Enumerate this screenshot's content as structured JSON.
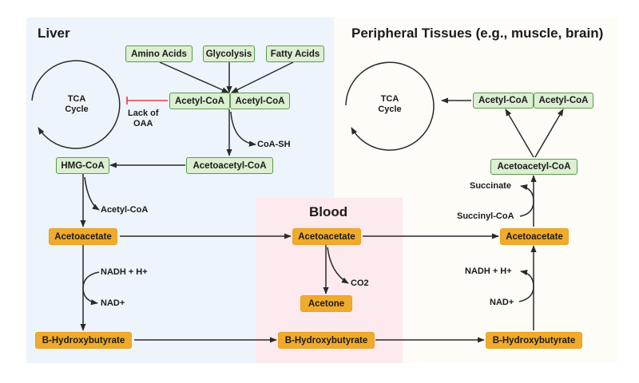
{
  "panels": {
    "liver": {
      "title": "Liver",
      "color": "#eef4fb"
    },
    "peripheral": {
      "title": "Peripheral Tissues (e.g., muscle, brain)",
      "color": "#fdfcf6"
    },
    "blood": {
      "title": "Blood",
      "color": "#fdeaee"
    }
  },
  "liver": {
    "sources": [
      "Amino Acids",
      "Glycolysis",
      "Fatty Acids"
    ],
    "acetyl_coa_1": "Acetyl-CoA",
    "acetyl_coa_2": "Acetyl-CoA",
    "tca_line1": "TCA",
    "tca_line2": "Cycle",
    "inhibition_label_1": "Lack of",
    "inhibition_label_2": "OAA",
    "coa_sh": "CoA-SH",
    "acetoacetyl_coa": "Acetoacetyl-CoA",
    "hmg_coa": "HMG-CoA",
    "acetyl_coa_released": "Acetyl-CoA",
    "acetoacetate": "Acetoacetate",
    "nadh": "NADH + H+",
    "nad": "NAD+",
    "bhb": "B-Hydroxybutyrate"
  },
  "blood": {
    "acetoacetate": "Acetoacetate",
    "co2": "CO2",
    "acetone": "Acetone",
    "bhb": "B-Hydroxybutyrate"
  },
  "peripheral": {
    "tca_line1": "TCA",
    "tca_line2": "Cycle",
    "acetyl_coa_1": "Acetyl-CoA",
    "acetyl_coa_2": "Acetyl-CoA",
    "acetoacetyl_coa": "Acetoacetyl-CoA",
    "succinate": "Succinate",
    "succinyl_coa": "Succinyl-CoA",
    "acetoacetate": "Acetoacetate",
    "nadh": "NADH + H+",
    "nad": "NAD+",
    "bhb": "B-Hydroxybutyrate"
  },
  "colors": {
    "green_fill": "#dcefd3",
    "green_border": "#5a9a4a",
    "orange_fill": "#f0ab2c",
    "arrow": "#2a2a2a",
    "inhibition": "#e8394a"
  }
}
